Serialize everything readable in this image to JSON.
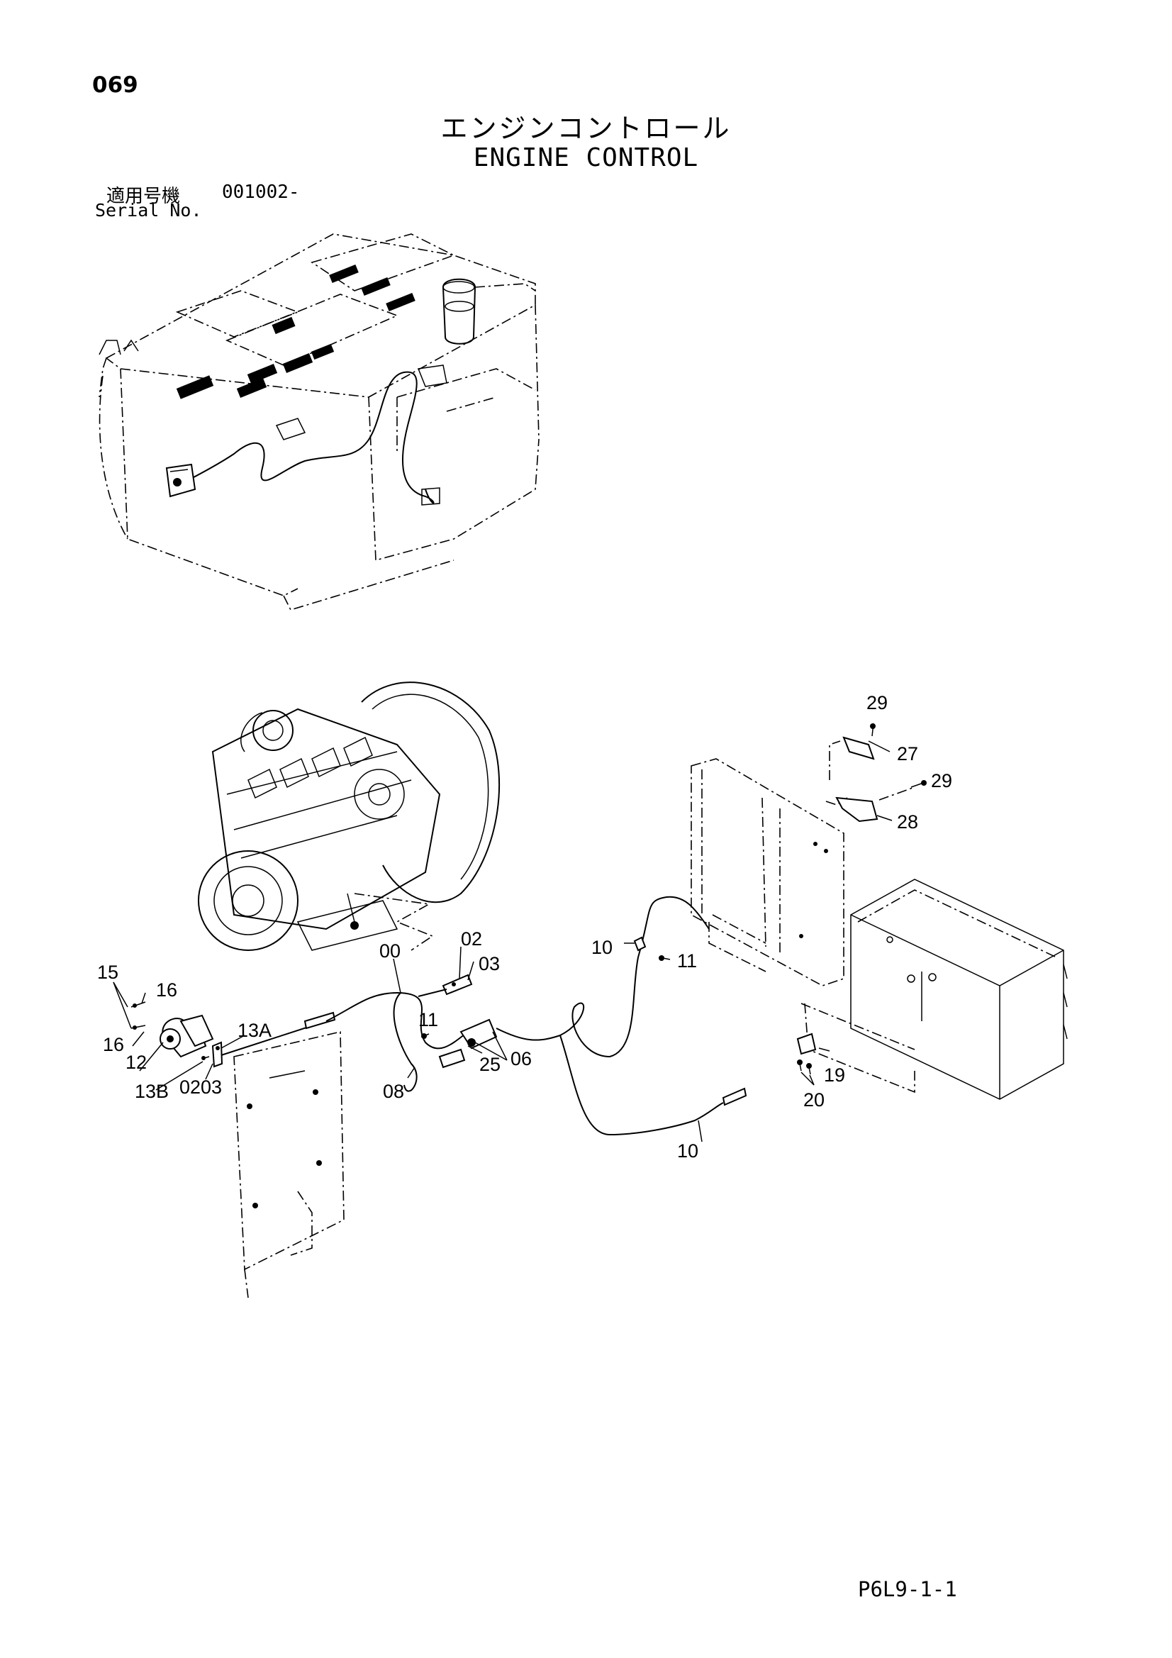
{
  "header": {
    "page_number": "069",
    "title_jp": "エンジンコントロール",
    "title_en": "ENGINE CONTROL",
    "serial_label_jp": "適用号機",
    "serial_value": "001002-",
    "serial_label_en": "Serial No."
  },
  "footer": {
    "document_code": "P6L9-1-1"
  },
  "callouts": [
    {
      "id": "c29a",
      "text": "29"
    },
    {
      "id": "c27",
      "text": "27"
    },
    {
      "id": "c29b",
      "text": "29"
    },
    {
      "id": "c28",
      "text": "28"
    },
    {
      "id": "c02",
      "text": "02"
    },
    {
      "id": "c03",
      "text": "03"
    },
    {
      "id": "c00",
      "text": "00"
    },
    {
      "id": "c10a",
      "text": "10"
    },
    {
      "id": "c11a",
      "text": "11"
    },
    {
      "id": "c15",
      "text": "15"
    },
    {
      "id": "c16a",
      "text": "16"
    },
    {
      "id": "c16b",
      "text": "16"
    },
    {
      "id": "c12",
      "text": "12"
    },
    {
      "id": "c13a",
      "text": "13A"
    },
    {
      "id": "c13b",
      "text": "13B"
    },
    {
      "id": "c0203",
      "text": "0203"
    },
    {
      "id": "c11b",
      "text": "11"
    },
    {
      "id": "c25",
      "text": "25"
    },
    {
      "id": "c06",
      "text": "06"
    },
    {
      "id": "c08",
      "text": "08"
    },
    {
      "id": "c19",
      "text": "19"
    },
    {
      "id": "c20",
      "text": "20"
    },
    {
      "id": "c10b",
      "text": "10"
    }
  ]
}
